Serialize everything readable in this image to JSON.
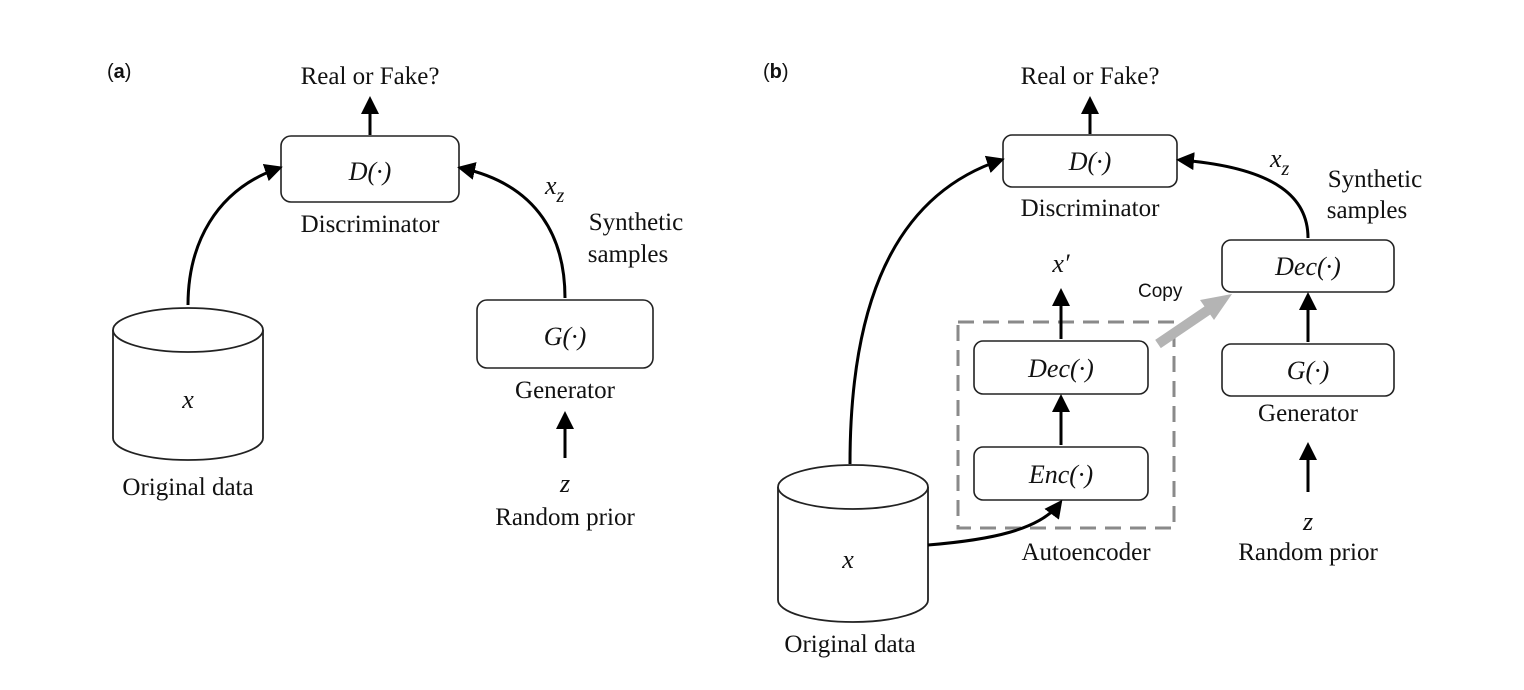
{
  "panel_a": {
    "tag_open": "(",
    "tag_letter": "a",
    "tag_close": ")",
    "output_label": "Real or Fake?",
    "discriminator": {
      "math": "D(·)",
      "caption": "Discriminator"
    },
    "generator": {
      "math": "G(·)",
      "caption": "Generator"
    },
    "data_store": {
      "math": "x",
      "caption": "Original data"
    },
    "synthetic": {
      "math_base": "x",
      "math_sub": "z",
      "caption_line1": "Synthetic",
      "caption_line2": "samples"
    },
    "prior": {
      "math": "z",
      "caption": "Random prior"
    }
  },
  "panel_b": {
    "tag_open": "(",
    "tag_letter": "b",
    "tag_close": ")",
    "output_label": "Real or Fake?",
    "discriminator": {
      "math": "D(·)",
      "caption": "Discriminator"
    },
    "decoder_gen": {
      "math": "Dec(·)"
    },
    "generator": {
      "math": "G(·)",
      "caption": "Generator"
    },
    "ae_decoder": {
      "math": "Dec(·)"
    },
    "ae_encoder": {
      "math": "Enc(·)"
    },
    "ae_output": {
      "math": "x′"
    },
    "autoencoder_caption": "Autoencoder",
    "copy_label": "Copy",
    "data_store": {
      "math": "x",
      "caption": "Original data"
    },
    "synthetic": {
      "math_base": "x",
      "math_sub": "z",
      "caption_line1": "Synthetic",
      "caption_line2": "samples"
    },
    "prior": {
      "math": "z",
      "caption": "Random prior"
    }
  }
}
